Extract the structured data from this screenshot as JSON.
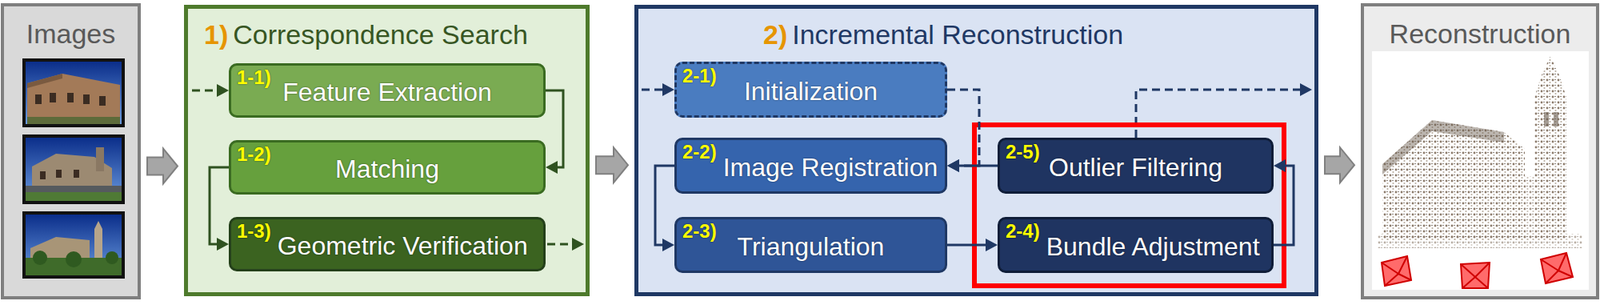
{
  "diagram": {
    "nodes": [
      {
        "text": [
          "Images"
        ]
      },
      {
        "text": [
          "1)",
          "Correspondence Search"
        ]
      },
      {
        "text": [
          "1-1)",
          "Feature Extraction"
        ],
        "in": 1
      },
      {
        "text": [
          "1-2)",
          "Matching"
        ],
        "in": 1
      },
      {
        "text": [
          "1-3)",
          "Geometric Verification"
        ],
        "in": 1
      },
      {
        "text": [
          "2)",
          "Incremental Reconstruction"
        ]
      },
      {
        "text": [
          "2-1)",
          "Initialization"
        ],
        "in": 5
      },
      {
        "text": [
          "2-2)",
          "Image Registration"
        ],
        "in": 5
      },
      {
        "text": [
          "2-5)",
          "Outlier Filtering"
        ],
        "in": 5
      },
      {
        "text": [
          "2-3)",
          "Triangulation"
        ],
        "in": 5
      },
      {
        "text": [
          "2-4)",
          "Bundle Adjustment"
        ],
        "in": 5
      },
      {
        "text": [
          "Reconstruction"
        ]
      }
    ],
    "edges": [
      {
        "from": 0,
        "to": 1,
        "arrow": "to"
      },
      {
        "from": 2,
        "to": 3,
        "arrow": "to"
      },
      {
        "from": 3,
        "to": 4,
        "arrow": "to"
      },
      {
        "from": 1,
        "to": 5,
        "arrow": "to"
      },
      {
        "from": 6,
        "to": 7,
        "arrow": "to"
      },
      {
        "from": 8,
        "to": 7,
        "arrow": "to"
      },
      {
        "from": 7,
        "to": 9,
        "arrow": "to"
      },
      {
        "from": 9,
        "to": 10,
        "arrow": "to"
      },
      {
        "from": 10,
        "to": 8,
        "arrow": "to"
      },
      {
        "from": 5,
        "to": 11,
        "arrow": "to"
      }
    ]
  }
}
